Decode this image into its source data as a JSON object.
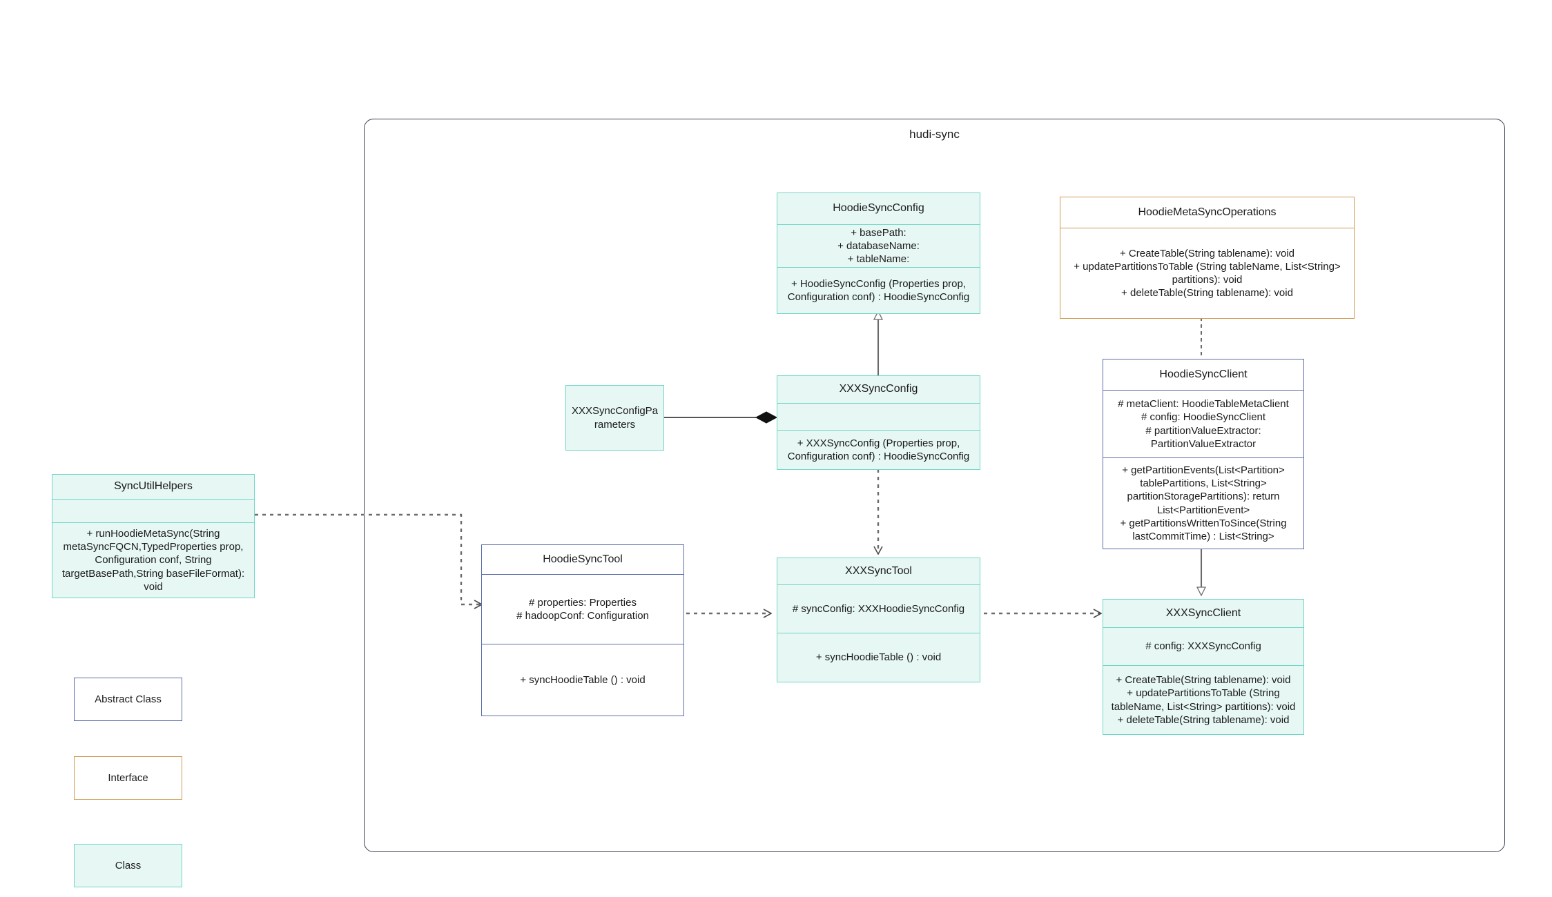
{
  "diagram": {
    "type": "uml-class-diagram",
    "package": {
      "title": "hudi-sync"
    }
  },
  "classes": {
    "hoodie_sync_config": {
      "name": "HoodieSyncConfig",
      "stereotype": "class",
      "attributes": "+    basePath:\n+   databaseName:\n+    tableName:",
      "methods": "+   HoodieSyncConfig (Properties prop, Configuration conf) : HoodieSyncConfig"
    },
    "hoodie_meta_sync_operations": {
      "name": "HoodieMetaSyncOperations",
      "stereotype": "interface",
      "methods": "+    CreateTable(String tablename): void\n+   updatePartitionsToTable (String tableName, List<String> partitions): void\n+    deleteTable(String tablename): void"
    },
    "hoodie_sync_client": {
      "name": "HoodieSyncClient",
      "stereotype": "abstract",
      "attributes": "#   metaClient: HoodieTableMetaClient\n#   config: HoodieSyncClient\n#    partitionValueExtractor: PartitionValueExtractor",
      "methods": "+   getPartitionEvents(List<Partition> tablePartitions, List<String> partitionStoragePartitions): return List<PartitionEvent>\n+   getPartitionsWrittenToSince(String lastCommitTime) : List<String>"
    },
    "xxx_sync_config": {
      "name": "XXXSyncConfig",
      "stereotype": "class",
      "attributes": "",
      "methods": "+   XXXSyncConfig (Properties prop, Configuration conf) : HoodieSyncConfig"
    },
    "xxx_sync_config_parameters": {
      "name": "XXXSyncConfigParameters",
      "stereotype": "class"
    },
    "sync_util_helpers": {
      "name": "SyncUtilHelpers",
      "stereotype": "class",
      "attributes": "",
      "methods": "+     runHoodieMetaSync(String metaSyncFQCN,TypedProperties prop, Configuration conf, String targetBasePath,String baseFileFormat): void"
    },
    "hoodie_sync_tool": {
      "name": "HoodieSyncTool",
      "stereotype": "abstract",
      "attributes": "#   properties: Properties\n#   hadoopConf: Configuration",
      "methods": "+   syncHoodieTable () : void"
    },
    "xxx_sync_tool": {
      "name": "XXXSyncTool",
      "stereotype": "class",
      "attributes": "#  syncConfig: XXXHoodieSyncConfig",
      "methods": "+   syncHoodieTable () : void"
    },
    "xxx_sync_client": {
      "name": "XXXSyncClient",
      "stereotype": "class",
      "attributes": "#   config: XXXSyncConfig",
      "methods": "+    CreateTable(String tablename): void\n+    updatePartitionsToTable (String tableName, List<String> partitions): void\n+   deleteTable(String tablename): void"
    }
  },
  "legend": {
    "items": [
      {
        "label": "Abstract Class",
        "stereotype": "abstract"
      },
      {
        "label": "Interface",
        "stereotype": "interface"
      },
      {
        "label": "Class",
        "stereotype": "class"
      }
    ]
  },
  "colors": {
    "class_fill": "#e6f7f4",
    "class_border": "#6fd6c8",
    "abstract_border": "#5a6ba8",
    "interface_border": "#cc9b51",
    "package_border": "#3b3f55",
    "connector": "#6b6b6b"
  },
  "relations": [
    {
      "from": "XXXSyncConfig",
      "to": "HoodieSyncConfig",
      "kind": "generalization"
    },
    {
      "from": "XXXSyncConfigParameters",
      "to": "XXXSyncConfig",
      "kind": "composition"
    },
    {
      "from": "HoodieSyncClient",
      "to": "HoodieMetaSyncOperations",
      "kind": "realization"
    },
    {
      "from": "XXXSyncClient",
      "to": "HoodieSyncClient",
      "kind": "generalization"
    },
    {
      "from": "XXXSyncTool",
      "to": "XXXSyncConfig",
      "kind": "dependency"
    },
    {
      "from": "SyncUtilHelpers",
      "to": "HoodieSyncTool",
      "kind": "dependency"
    },
    {
      "from": "HoodieSyncTool",
      "to": "XXXSyncTool",
      "kind": "dependency"
    },
    {
      "from": "XXXSyncTool",
      "to": "XXXSyncClient",
      "kind": "dependency"
    }
  ]
}
